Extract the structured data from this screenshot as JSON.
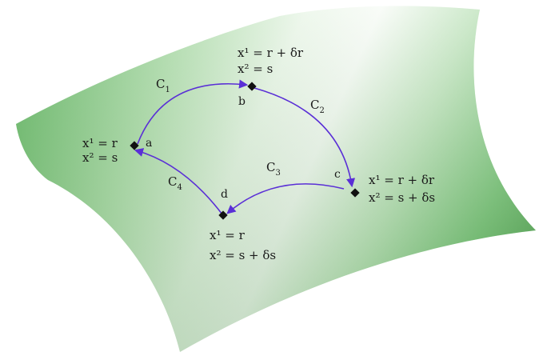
{
  "colors": {
    "surface_dark": "#6fbf6e",
    "surface_light": "#f4faf3",
    "curve": "#5a2fd6",
    "point": "#111111"
  },
  "points": {
    "a": {
      "name": "a",
      "coord1": "x¹ = r",
      "coord2": "x² = s"
    },
    "b": {
      "name": "b",
      "coord1": "x¹ = r + δr",
      "coord2": "x² = s"
    },
    "c": {
      "name": "c",
      "coord1": "x¹ = r + δr",
      "coord2": "x² = s + δs"
    },
    "d": {
      "name": "d",
      "coord1": "x¹ = r",
      "coord2": "x² = s + δs"
    }
  },
  "curves": {
    "c1": {
      "base": "C",
      "index": "1"
    },
    "c2": {
      "base": "C",
      "index": "2"
    },
    "c3": {
      "base": "C",
      "index": "3"
    },
    "c4": {
      "base": "C",
      "index": "4"
    }
  }
}
